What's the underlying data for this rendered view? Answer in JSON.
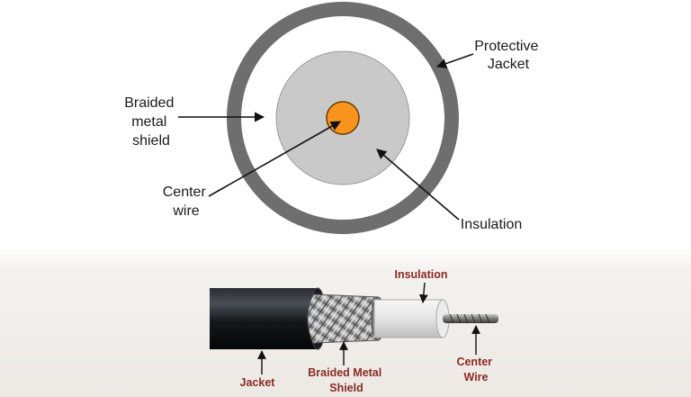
{
  "cross_section": {
    "labels": {
      "protective_jacket": [
        "Protective",
        "Jacket"
      ],
      "braided_metal_shield": [
        "Braided",
        "metal",
        "shield"
      ],
      "center_wire": [
        "Center",
        "wire"
      ],
      "insulation": "Insulation"
    }
  },
  "cable_side_view": {
    "labels": {
      "insulation": "Insulation",
      "jacket": "Jacket",
      "braided_metal_shield": [
        "Braided Metal",
        "Shield"
      ],
      "center_wire": [
        "Center",
        "Wire"
      ]
    }
  },
  "colors": {
    "jacket_ring": "#6e6e6e",
    "gap_ring": "#ffffff",
    "insulation_disc": "#c8c8c8",
    "core": "#f7941d",
    "label_top": "#1a1a1a",
    "label_bottom": "#8a2a22"
  }
}
